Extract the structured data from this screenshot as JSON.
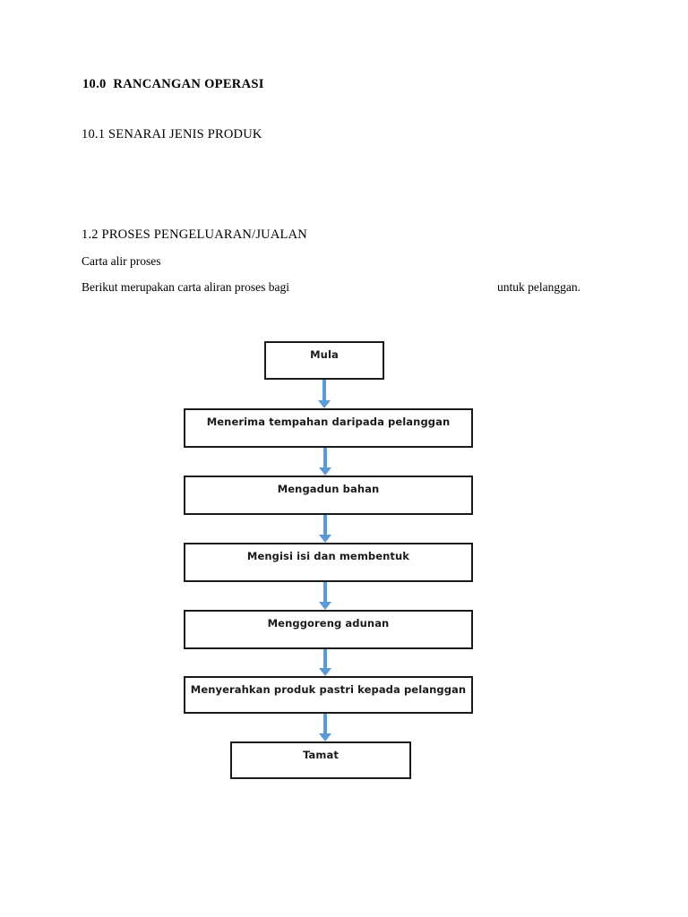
{
  "document": {
    "heading": "10.0  RANCANGAN OPERASI",
    "subheading": "10.1 SENARAI JENIS PRODUK",
    "section_title": "1.2 PROSES PENGELUARAN/JUALAN",
    "line_1": "Carta alir proses",
    "line_2": "Berikut merupakan carta aliran proses bagi",
    "line_2_tail": "untuk pelanggan."
  },
  "flowchart": {
    "arrow_color": "#5B9BD5",
    "border_color": "#1a1a1a",
    "nodes": [
      {
        "id": "start",
        "label": "Mula",
        "shape": "rectangle"
      },
      {
        "id": "step1",
        "label": "Menerima tempahan daripada pelanggan",
        "shape": "rectangle"
      },
      {
        "id": "step2",
        "label": "Mengadun bahan",
        "shape": "rectangle"
      },
      {
        "id": "step3",
        "label": "Mengisi isi dan membentuk",
        "shape": "rectangle"
      },
      {
        "id": "step4",
        "label": "Menggoreng adunan",
        "shape": "rectangle"
      },
      {
        "id": "step5",
        "label": "Menyerahkan produk pastri kepada pelanggan",
        "shape": "rectangle"
      },
      {
        "id": "end",
        "label": "Tamat",
        "shape": "rectangle"
      }
    ],
    "edges": [
      {
        "from": "start",
        "to": "step1"
      },
      {
        "from": "step1",
        "to": "step2"
      },
      {
        "from": "step2",
        "to": "step3"
      },
      {
        "from": "step3",
        "to": "step4"
      },
      {
        "from": "step4",
        "to": "step5"
      },
      {
        "from": "step5",
        "to": "end"
      }
    ]
  }
}
